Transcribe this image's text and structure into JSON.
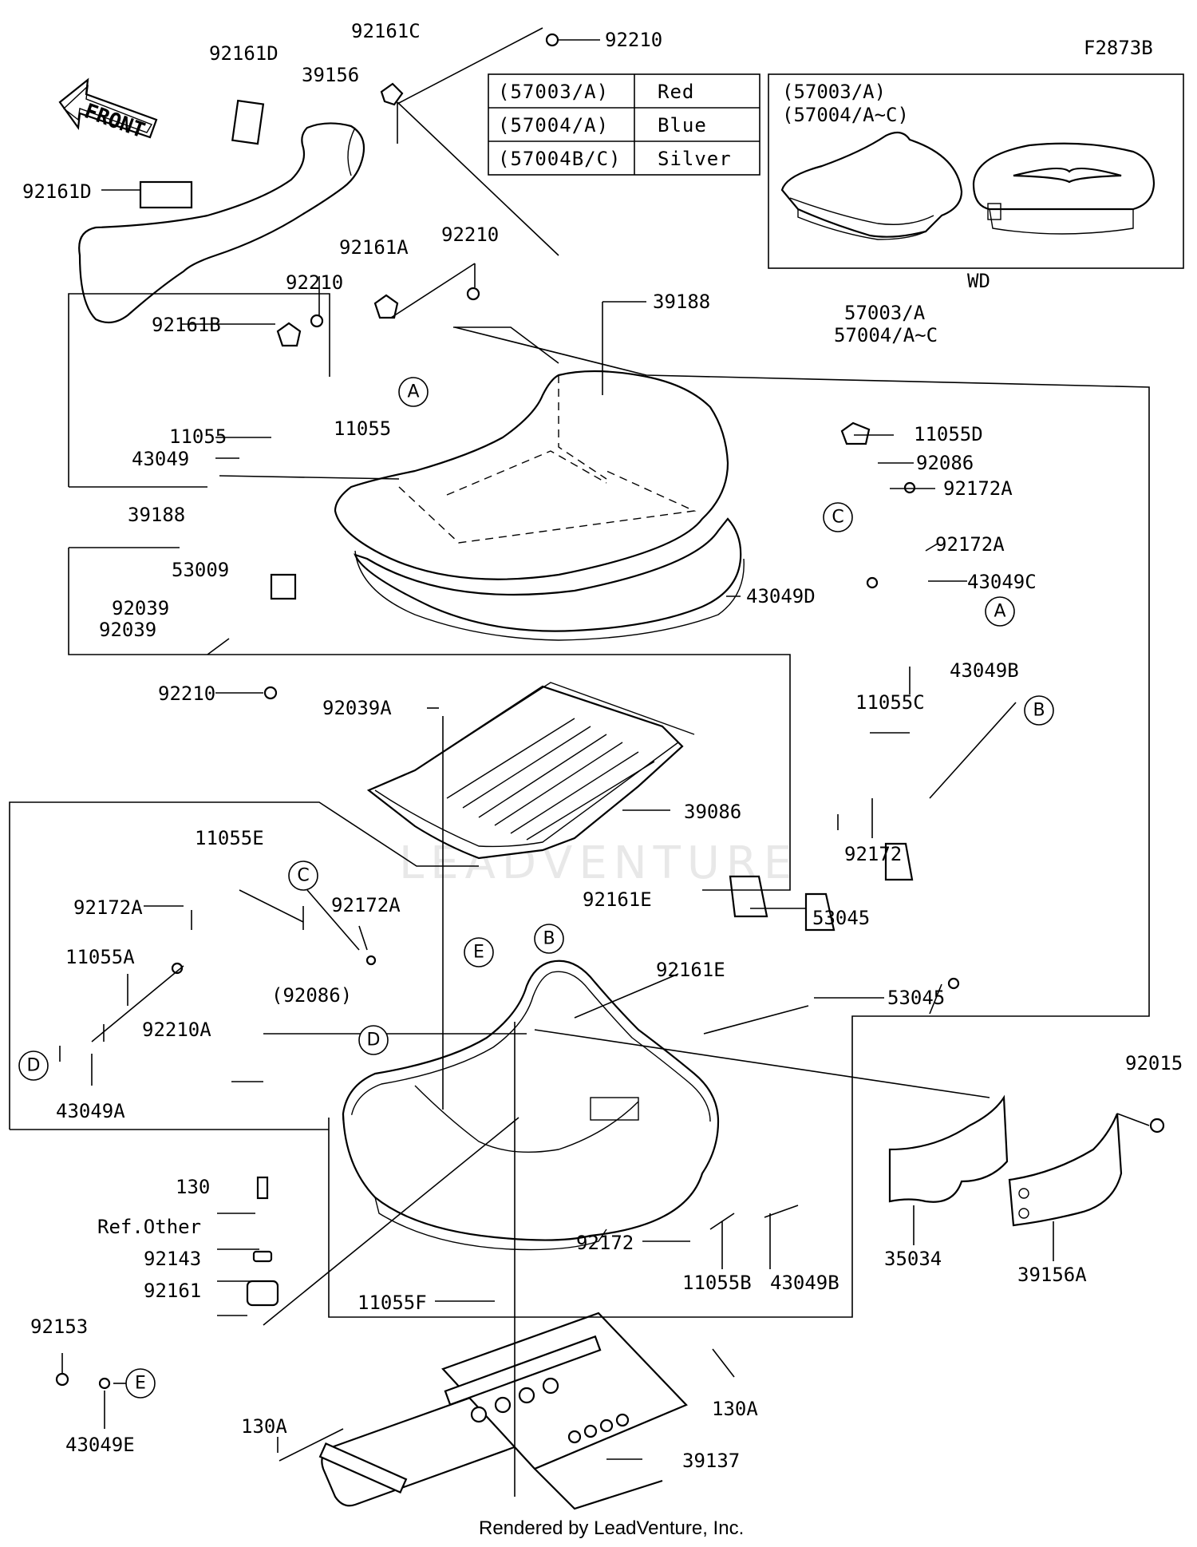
{
  "diagram_code": "F2873B",
  "front_label": "FRONT",
  "footer": "Rendered by LeadVenture, Inc.",
  "watermark": "LEADVENTURE",
  "color_table": [
    {
      "code": "(57003/A)",
      "color": "Red"
    },
    {
      "code": "(57004/A)",
      "color": "Blue"
    },
    {
      "code": "(57004B/C)",
      "color": "Silver"
    }
  ],
  "inset": {
    "line1": "(57003/A)",
    "line2": "(57004/A~C)",
    "caption": "WD"
  },
  "labels": {
    "p92161C": "92161C",
    "p92210_top": "92210",
    "p92161D_a": "92161D",
    "p39156": "39156",
    "p92161D_b": "92161D",
    "p92161A": "92161A",
    "p92210_b": "92210",
    "p92210_c": "92210",
    "p39188_top": "39188",
    "p92161B": "92161B",
    "p57003A": "57003/A",
    "p57004AC": "57004/A~C",
    "p11055_a": "11055",
    "p11055_b": "11055",
    "p43049": "43049",
    "p11055D": "11055D",
    "p92086": "92086",
    "p92172A_a": "92172A",
    "p39188_b": "39188",
    "p92172A_b": "92172A",
    "p43049C": "43049C",
    "p53009": "53009",
    "p92039_a": "92039",
    "p92039_b": "92039",
    "p43049D": "43049D",
    "p92210_d": "92210",
    "p92039A": "92039A",
    "p43049B_a": "43049B",
    "p11055C": "11055C",
    "p39086": "39086",
    "p92172_a": "92172",
    "p11055E": "11055E",
    "p92172A_c": "92172A",
    "p92172A_d": "92172A",
    "p92086_paren": "(92086)",
    "p11055A": "11055A",
    "p92210A": "92210A",
    "p43049A": "43049A",
    "p92161E_a": "92161E",
    "p92161E_b": "92161E",
    "p53045_a": "53045",
    "p53045_b": "53045",
    "p92015": "92015",
    "p130": "130",
    "pRefOther": "Ref.Other",
    "p92143": "92143",
    "p92161": "92161",
    "p11055F": "11055F",
    "p92172_b": "92172",
    "p11055B": "11055B",
    "p43049B_b": "43049B",
    "p35034": "35034",
    "p39156A": "39156A",
    "p92153": "92153",
    "p43049E": "43049E",
    "p130A_a": "130A",
    "p130A_b": "130A",
    "p39137": "39137"
  },
  "refs": {
    "A": "A",
    "B": "B",
    "C": "C",
    "D": "D",
    "E": "E"
  }
}
